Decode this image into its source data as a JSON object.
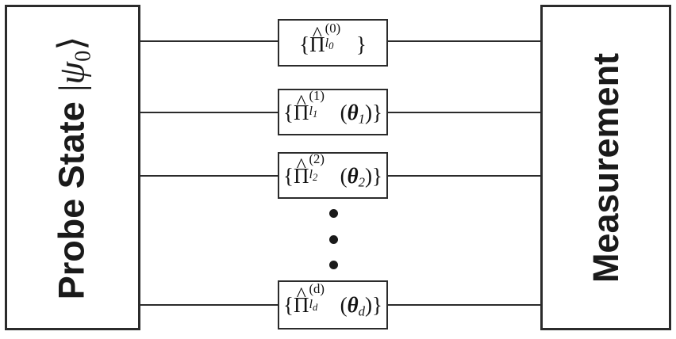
{
  "figure": {
    "type": "quantum-circuit-schematic",
    "background_color": "#ffffff",
    "line_color": "#2b2b2b",
    "text_color": "#111111"
  },
  "probe_block": {
    "label_text": "Probe State",
    "state_symbol": "|ψ₀⟩",
    "state_bar": "|",
    "state_letter": "ψ",
    "state_subscript": "0",
    "state_ketclose": "⟩",
    "orientation": "rotated-90-ccw"
  },
  "measurement_block": {
    "label_text": "Measurement",
    "orientation": "rotated-90-ccw"
  },
  "gates": [
    {
      "id": "gate-0",
      "brace_open": "{",
      "operator": "Π",
      "hat": "^",
      "superscript": "(0)",
      "subscript_letter": "l",
      "subscript_index": "0",
      "argument": "",
      "argument_symbol": "",
      "argument_index": "",
      "brace_close": "}",
      "full_text": "{Π̂_{l₀}^{(0)}}"
    },
    {
      "id": "gate-1",
      "brace_open": "{",
      "operator": "Π",
      "hat": "^",
      "superscript": "(1)",
      "subscript_letter": "l",
      "subscript_index": "1",
      "argument": "(θ₁)",
      "argument_symbol": "θ",
      "argument_index": "1",
      "brace_close": "}",
      "full_text": "{Π̂_{l₁}^{(1)}(θ₁)}"
    },
    {
      "id": "gate-2",
      "brace_open": "{",
      "operator": "Π",
      "hat": "^",
      "superscript": "(2)",
      "subscript_letter": "l",
      "subscript_index": "2",
      "argument": "(θ₂)",
      "argument_symbol": "θ",
      "argument_index": "2",
      "brace_close": "}",
      "full_text": "{Π̂_{l₂}^{(2)}(θ₂)}"
    },
    {
      "id": "gate-d",
      "brace_open": "{",
      "operator": "Π",
      "hat": "^",
      "superscript": "(d)",
      "subscript_letter": "l",
      "subscript_index": "d",
      "argument": "(θ_d)",
      "argument_symbol": "θ",
      "argument_index": "d",
      "brace_close": "}",
      "full_text": "{Π̂_{l_d}^{(d)}(θ_d)}"
    }
  ],
  "ellipsis": {
    "symbol": "⋮",
    "dot_count": 3,
    "meaning": "additional gate rows omitted"
  },
  "wires": {
    "count": 4,
    "description": "horizontal connection lines from probe state to gates to measurement"
  }
}
